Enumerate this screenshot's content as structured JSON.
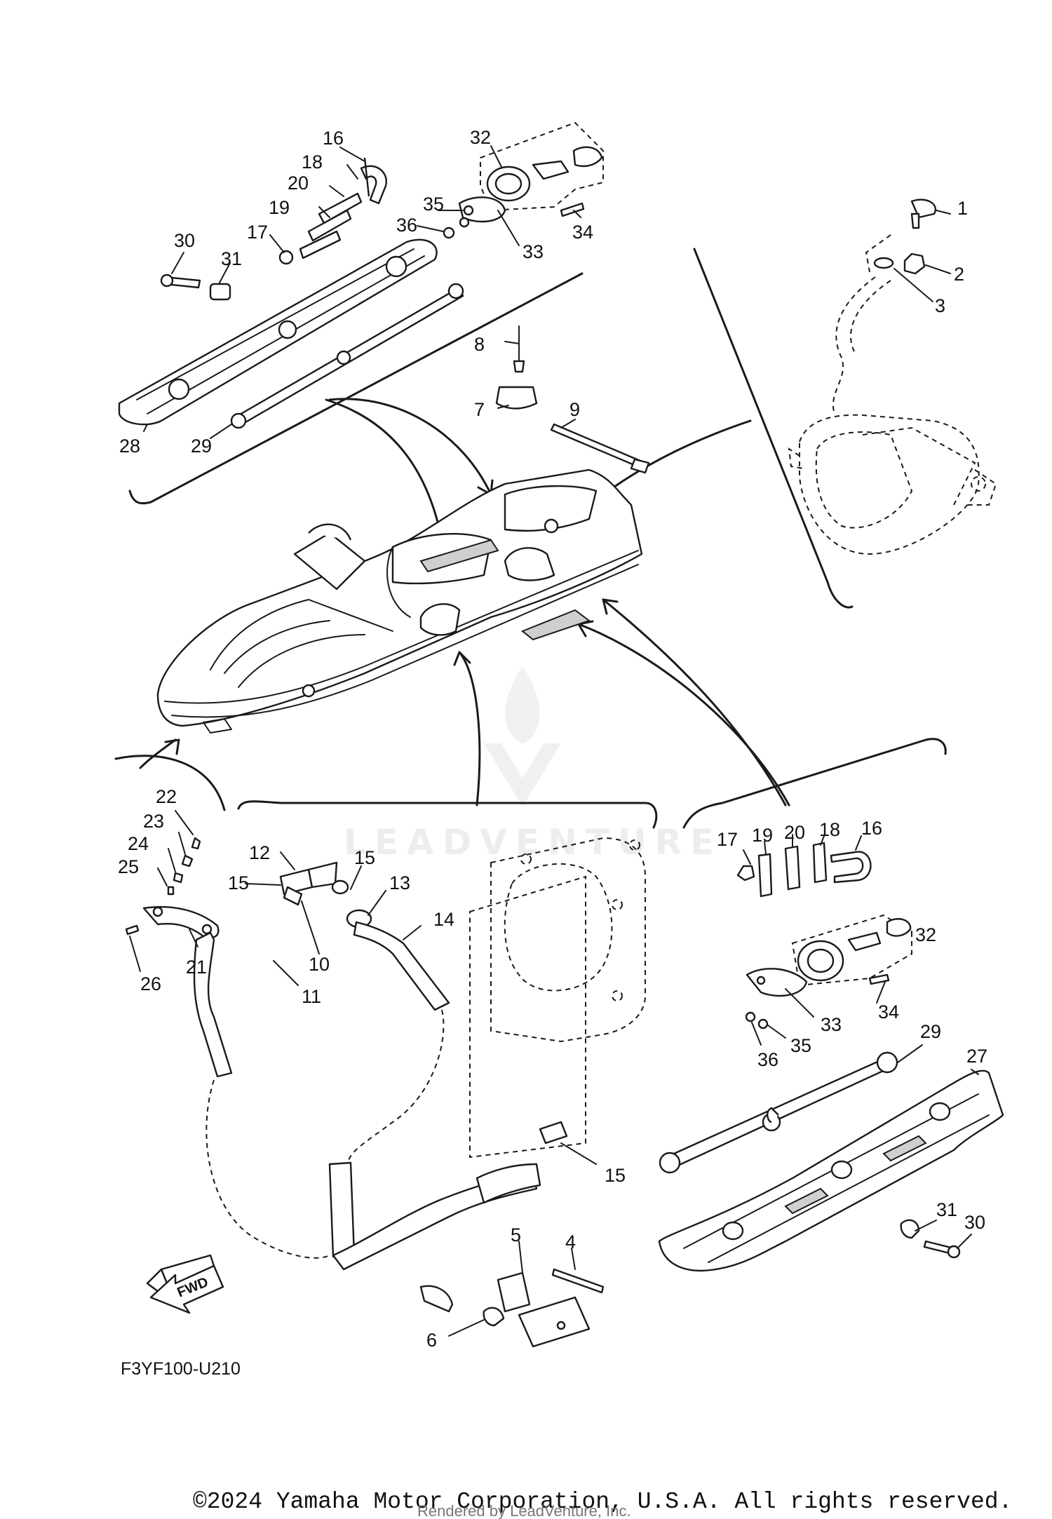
{
  "diagram": {
    "reference_code": "F3YF100-U210",
    "direction_label": "FWD",
    "copyright": "©2024 Yamaha Motor Corporation, U.S.A. All rights reserved.",
    "rendered_by": "Rendered by LeadVenture, Inc.",
    "watermark": "LEADVENTURE"
  },
  "callouts": {
    "top_left": [
      "16",
      "18",
      "20",
      "19",
      "17",
      "30",
      "31",
      "28",
      "29",
      "32",
      "35",
      "36",
      "33",
      "34"
    ],
    "center": [
      "8",
      "7",
      "9"
    ],
    "top_right": [
      "1",
      "2",
      "3"
    ],
    "bottom_left": [
      "22",
      "23",
      "24",
      "25",
      "26",
      "21",
      "12",
      "15",
      "15",
      "13",
      "14",
      "10",
      "11",
      "15",
      "5",
      "4",
      "6"
    ],
    "bottom_right": [
      "17",
      "19",
      "20",
      "18",
      "16",
      "32",
      "34",
      "33",
      "35",
      "36",
      "29",
      "27",
      "31",
      "30"
    ]
  }
}
